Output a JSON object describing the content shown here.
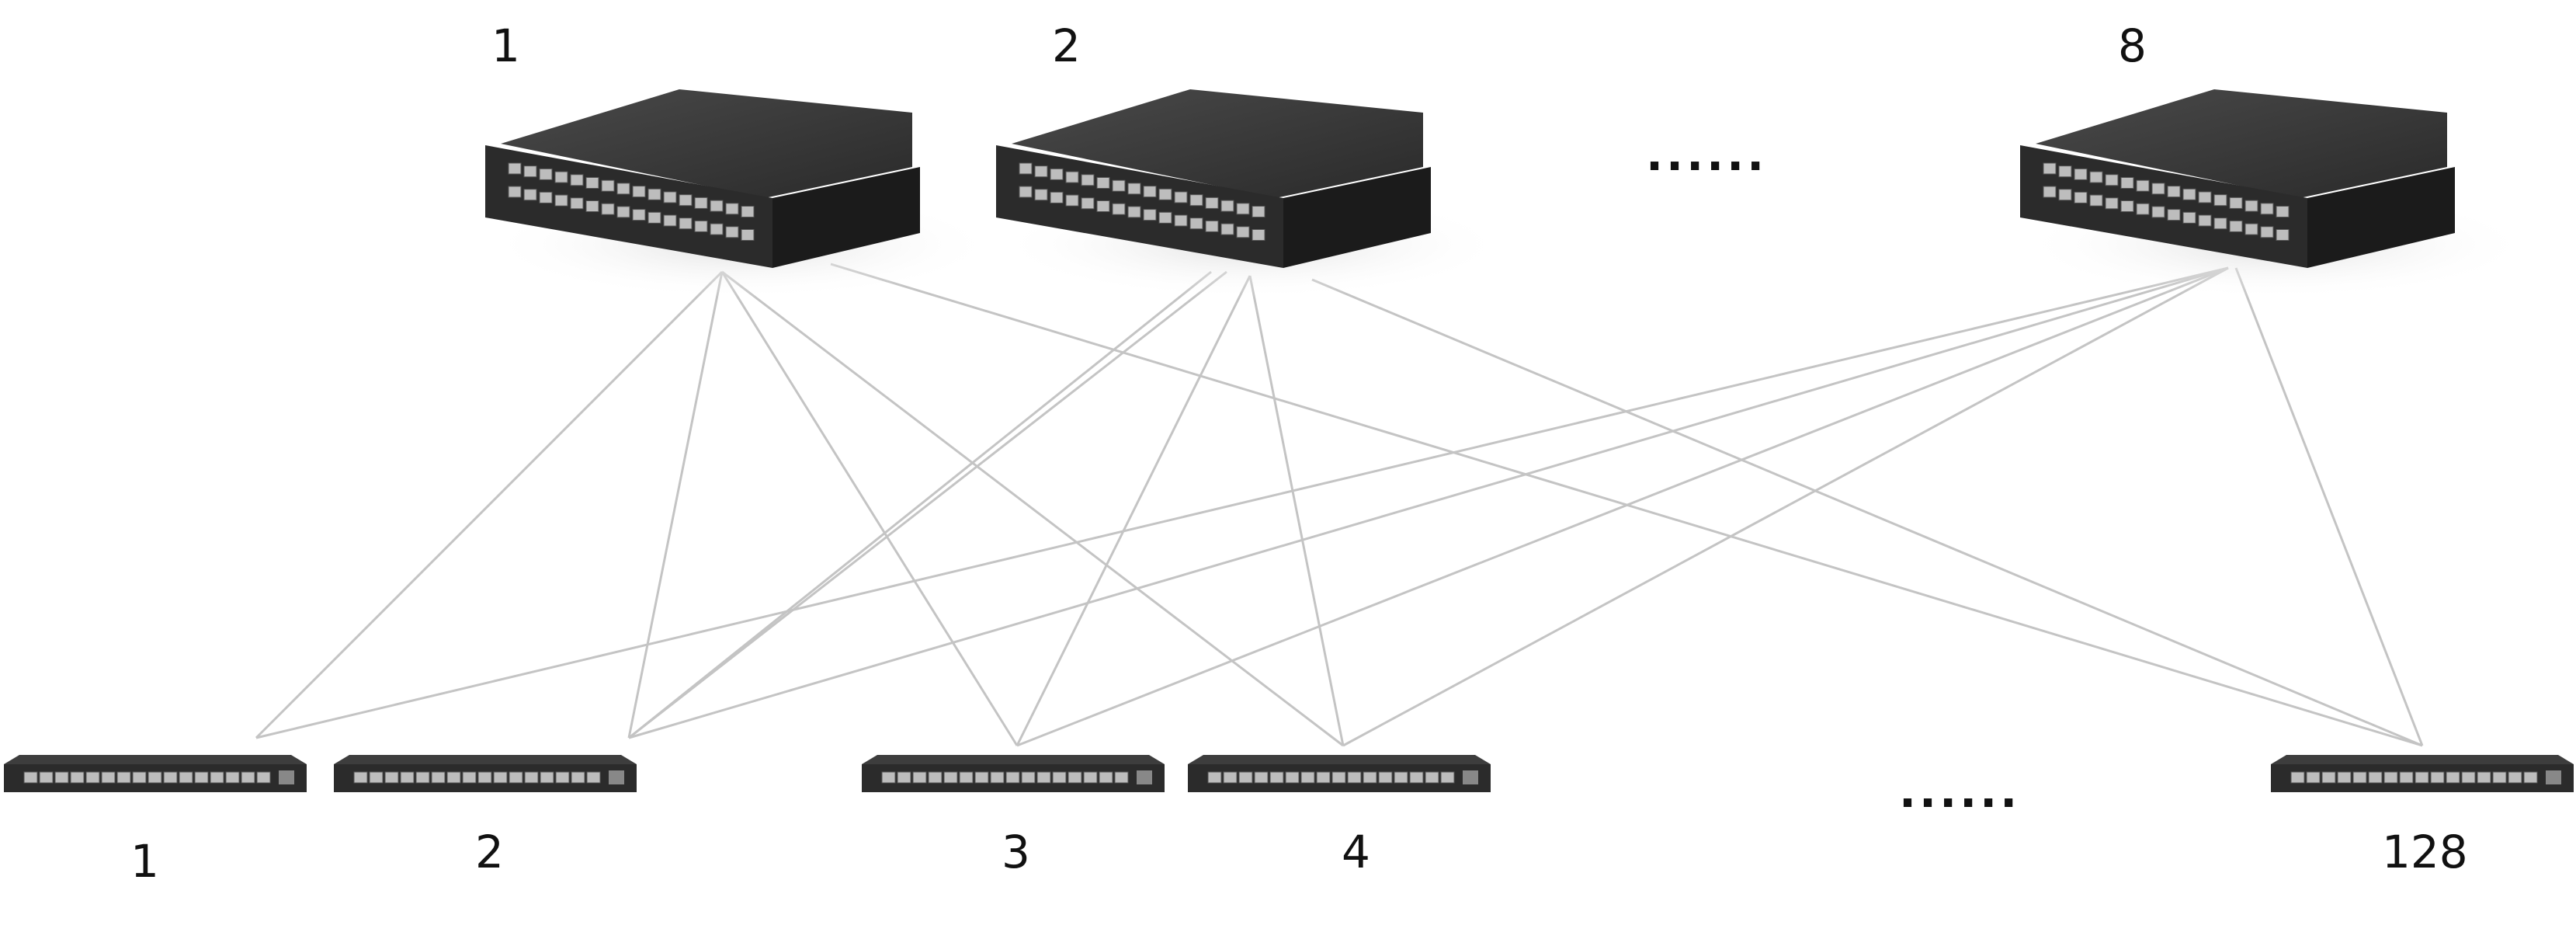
{
  "spine_switches": [
    {
      "label": "1"
    },
    {
      "label": "2"
    },
    {
      "label": "8"
    }
  ],
  "spine_ellipsis": "......",
  "leaf_switches": [
    {
      "label": "1"
    },
    {
      "label": "2"
    },
    {
      "label": "3"
    },
    {
      "label": "4"
    },
    {
      "label": "128"
    }
  ],
  "leaf_ellipsis": "......",
  "colors": {
    "link": "#c4c4c4",
    "switch_body": "#2b2b2b",
    "switch_top": "#3a3a3a",
    "port": "#bdbdbd",
    "background": "#ffffff"
  }
}
